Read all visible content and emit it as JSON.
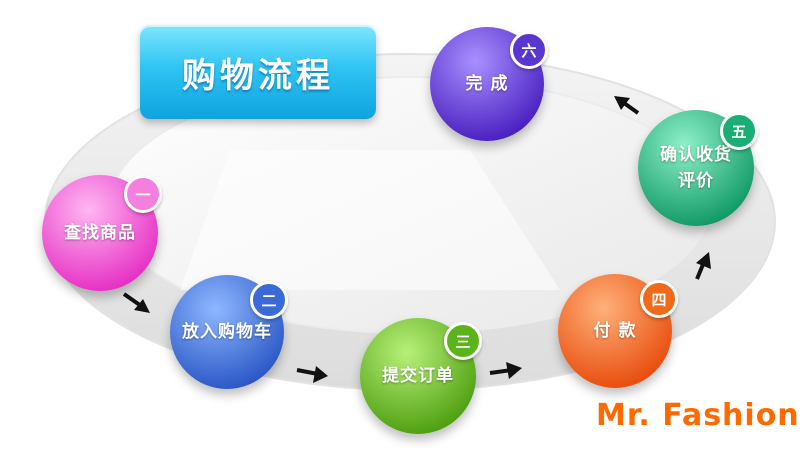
{
  "title": "购物流程",
  "brand": "Mr. Fashion",
  "steps": [
    {
      "num": "一",
      "label": "查找商品",
      "color_top": "#ffb7f2",
      "color_bottom": "#e62fc4",
      "badge": "#f57fe0"
    },
    {
      "num": "二",
      "label": "放入购物车",
      "color_top": "#8fb8ff",
      "color_bottom": "#2a57c6",
      "badge": "#3a6ad8"
    },
    {
      "num": "三",
      "label": "提交订单",
      "color_top": "#b8f07a",
      "color_bottom": "#4e9f10",
      "badge": "#5cb31c"
    },
    {
      "num": "四",
      "label": "付 款",
      "color_top": "#ffb07a",
      "color_bottom": "#e84d0c",
      "badge": "#f06a1a"
    },
    {
      "num": "五",
      "label": "确认收货\n评价",
      "color_top": "#8ff0c8",
      "color_bottom": "#109a66",
      "badge": "#1aae74"
    },
    {
      "num": "六",
      "label": "完 成",
      "color_top": "#a890ff",
      "color_bottom": "#4a1fc0",
      "badge": "#5a36d0"
    }
  ]
}
